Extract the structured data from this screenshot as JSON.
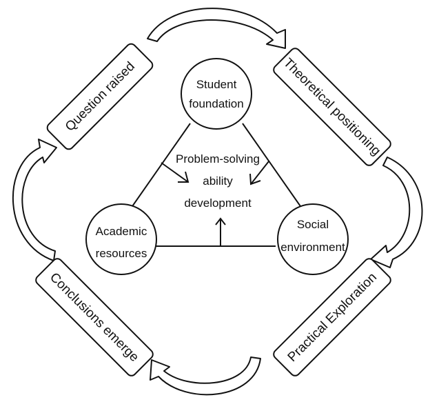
{
  "diagram": {
    "cycle_steps": [
      {
        "label": "Question raised"
      },
      {
        "label": "Theoretical positioning"
      },
      {
        "label": "Practical Exploration"
      },
      {
        "label": "Conclusions emerge"
      }
    ],
    "factors": [
      {
        "line1": "Student",
        "line2": "foundation"
      },
      {
        "line1": "Academic",
        "line2": "resources"
      },
      {
        "line1": "Social",
        "line2": "environment"
      }
    ],
    "center": {
      "line1": "Problem-solving",
      "line2": "ability",
      "line3": "development"
    }
  }
}
